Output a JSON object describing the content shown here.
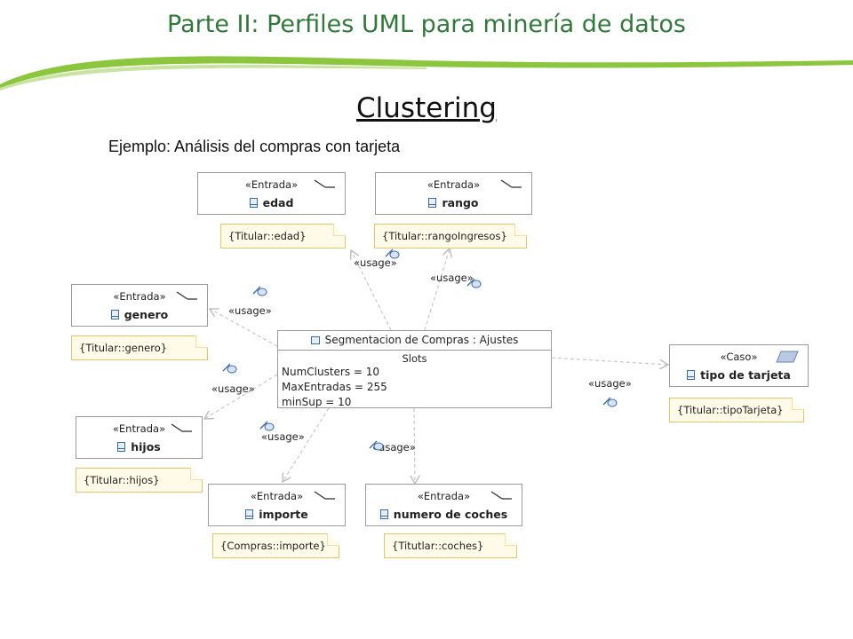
{
  "slide": {
    "title": "Parte II: Perfiles UML para minería de datos",
    "heading": "Clustering",
    "subtitle": "Ejemplo: Análisis del compras con tarjeta"
  },
  "main_instance": {
    "title": "Segmentacion de Compras : Ajustes",
    "slots_title": "Slots",
    "slots": [
      "NumClusters = 10",
      "MaxEntradas = 255",
      "minSup = 10"
    ]
  },
  "nodes": {
    "edad": {
      "stereotype": "«Entrada»",
      "name": "edad",
      "constraint": "{Titular::edad}"
    },
    "rango": {
      "stereotype": "«Entrada»",
      "name": "rango",
      "constraint": "{Titular::rangoIngresos}"
    },
    "genero": {
      "stereotype": "«Entrada»",
      "name": "genero",
      "constraint": "{Titular::genero}"
    },
    "hijos": {
      "stereotype": "«Entrada»",
      "name": "hijos",
      "constraint": "{Titular::hijos}"
    },
    "importe": {
      "stereotype": "«Entrada»",
      "name": "importe",
      "constraint": "{Compras::importe}"
    },
    "coches": {
      "stereotype": "«Entrada»",
      "name": "numero de coches",
      "constraint": "{Titutlar::coches}"
    },
    "tarjeta": {
      "stereotype": "«Caso»",
      "name": "tipo de tarjeta",
      "constraint": "{Titular::tipoTarjeta}"
    }
  },
  "usage_label": "«usage»",
  "colors": {
    "title_green": "#2f7a3a",
    "connector": "#c8c8c8",
    "note_fill": "#fffbe8",
    "note_border": "#e2c46a",
    "icon_blue": "#3a6aa8"
  }
}
